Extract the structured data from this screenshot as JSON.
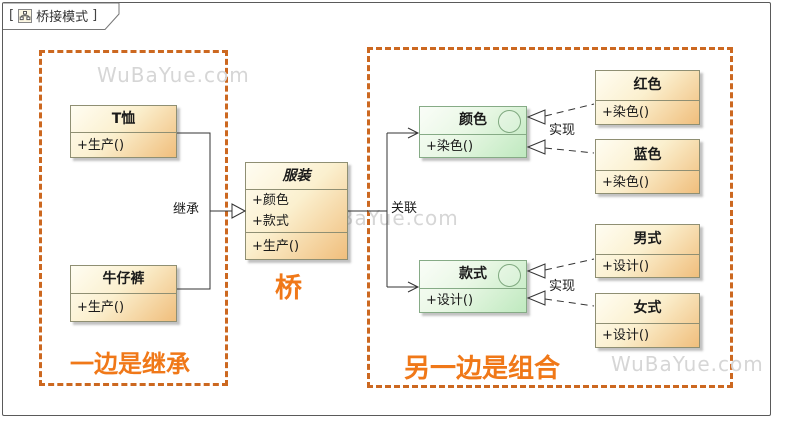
{
  "frame": {
    "bracket_left": "[",
    "bracket_right": "]",
    "title": "桥接模式",
    "icon": "diagram-icon"
  },
  "watermark": "WuBaYue.com",
  "captions": {
    "left": "一边是继承",
    "bridge": "桥",
    "right": "另一边是组合"
  },
  "edge_labels": {
    "inheritance": "继承",
    "association": "关联",
    "realization_color": "实现",
    "realization_style": "实现"
  },
  "classes": {
    "tshirt": {
      "title": "T恤",
      "operations": [
        "+生产()"
      ]
    },
    "jeans": {
      "title": "牛仔裤",
      "operations": [
        "+生产()"
      ]
    },
    "clothing": {
      "title": "服装",
      "attributes": [
        "+颜色",
        "+款式"
      ],
      "operations": [
        "+生产()"
      ]
    },
    "color": {
      "title": "颜色",
      "operations": [
        "+染色()"
      ],
      "icon": "interface-circle"
    },
    "style": {
      "title": "款式",
      "operations": [
        "+设计()"
      ],
      "icon": "interface-circle"
    },
    "red": {
      "title": "红色",
      "operations": [
        "+染色()"
      ]
    },
    "blue": {
      "title": "蓝色",
      "operations": [
        "+染色()"
      ]
    },
    "male": {
      "title": "男式",
      "operations": [
        "+设计()"
      ]
    },
    "female": {
      "title": "女式",
      "operations": [
        "+设计()"
      ]
    }
  },
  "colors": {
    "dashed_border": "#CC6820",
    "caption_text": "#F07818",
    "orange_box_from": "#FFFDF2",
    "orange_box_to": "#F0BE7C",
    "green_box_from": "#FAFDF8",
    "green_box_to": "#BFE9BF",
    "connector": "#333333",
    "watermark": "#D6D6D6"
  }
}
